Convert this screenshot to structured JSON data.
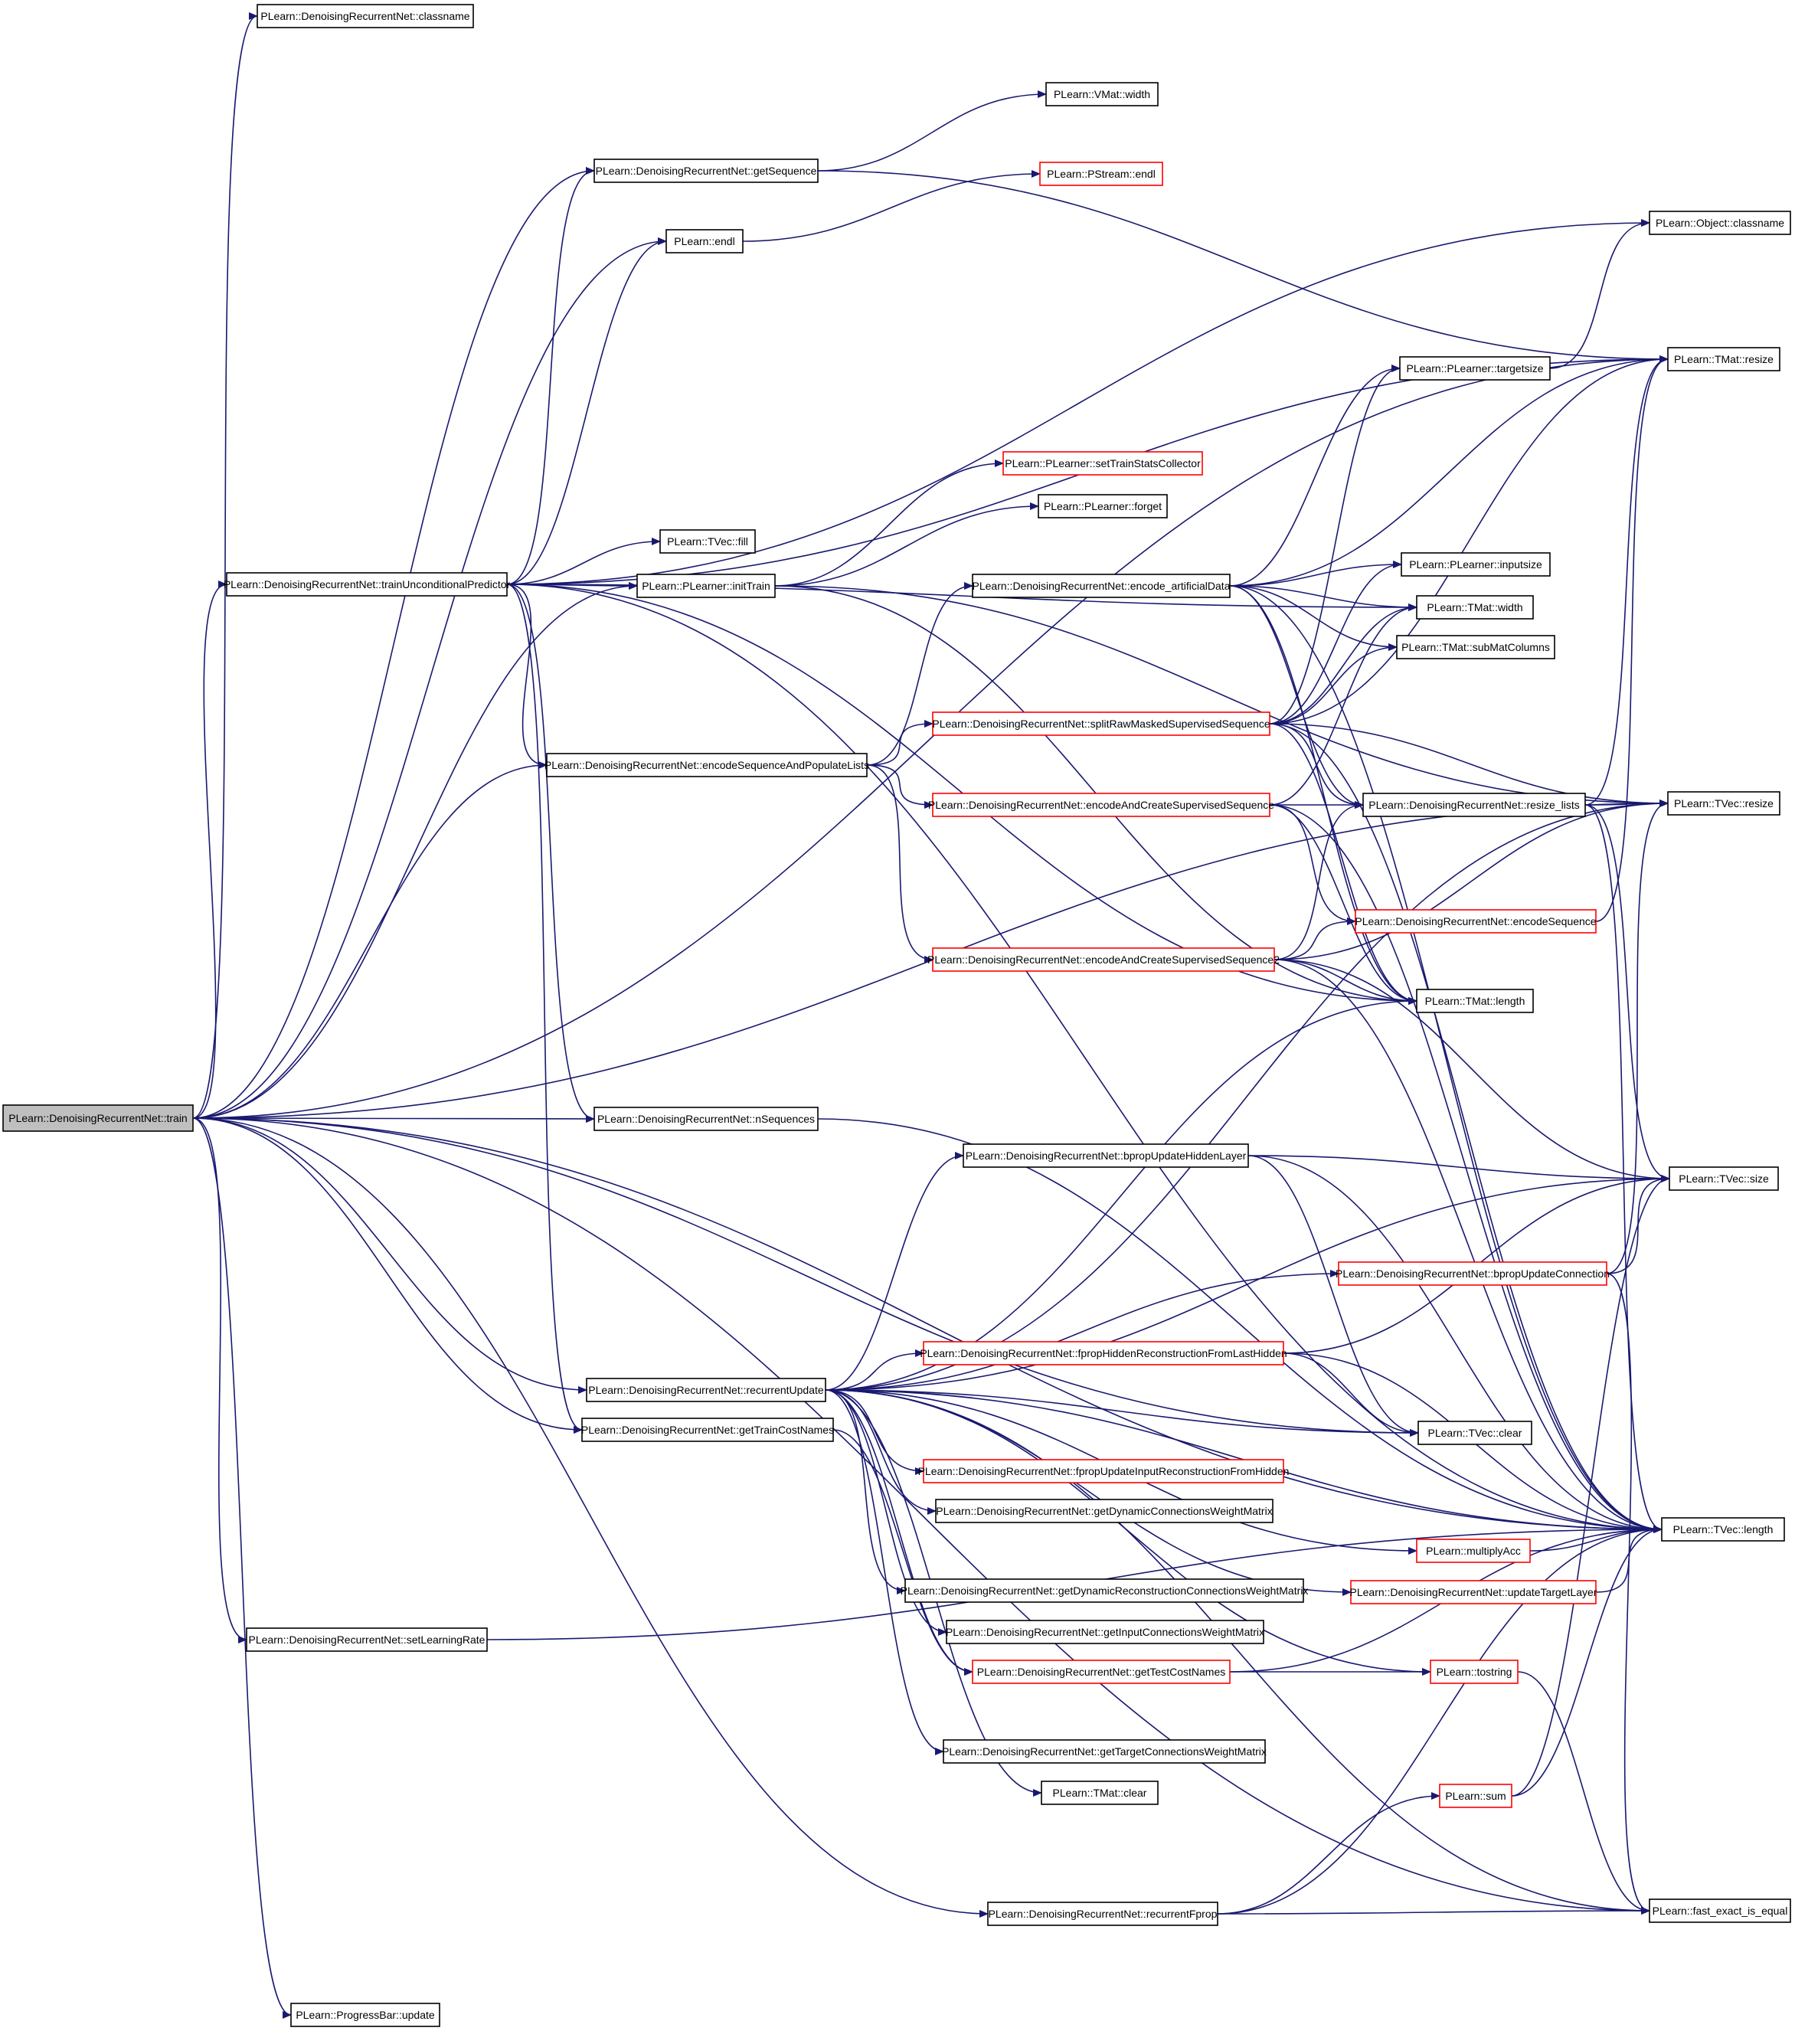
{
  "colors": {
    "edge": "#191970",
    "node_border": "#000000",
    "node_border_red": "#ff0000",
    "root_fill": "#bfbfbf"
  },
  "nodes": [
    {
      "id": "train",
      "label": "PLearn::DenoisingRecurrentNet::train",
      "style": "root"
    },
    {
      "id": "classname",
      "label": "PLearn::DenoisingRecurrentNet::classname",
      "style": "normal"
    },
    {
      "id": "vmat_width",
      "label": "PLearn::VMat::width",
      "style": "normal"
    },
    {
      "id": "getSequence",
      "label": "PLearn::DenoisingRecurrentNet::getSequence",
      "style": "normal"
    },
    {
      "id": "pstream_endl",
      "label": "PLearn::PStream::endl",
      "style": "red"
    },
    {
      "id": "object_classname",
      "label": "PLearn::Object::classname",
      "style": "normal"
    },
    {
      "id": "endl",
      "label": "PLearn::endl",
      "style": "normal"
    },
    {
      "id": "tmat_resize",
      "label": "PLearn::TMat::resize",
      "style": "normal"
    },
    {
      "id": "targetsize",
      "label": "PLearn::PLearner::targetsize",
      "style": "normal"
    },
    {
      "id": "setTrainStatsCollector",
      "label": "PLearn::PLearner::setTrainStatsCollector",
      "style": "red"
    },
    {
      "id": "forget",
      "label": "PLearn::PLearner::forget",
      "style": "normal"
    },
    {
      "id": "tvec_fill",
      "label": "PLearn::TVec::fill",
      "style": "normal"
    },
    {
      "id": "inputsize",
      "label": "PLearn::PLearner::inputsize",
      "style": "normal"
    },
    {
      "id": "trainUnconditionalPredictor",
      "label": "PLearn::DenoisingRecurrentNet::trainUnconditionalPredictor",
      "style": "normal"
    },
    {
      "id": "initTrain",
      "label": "PLearn::PLearner::initTrain",
      "style": "normal"
    },
    {
      "id": "encode_artificialData",
      "label": "PLearn::DenoisingRecurrentNet::encode_artificialData",
      "style": "normal"
    },
    {
      "id": "tmat_width",
      "label": "PLearn::TMat::width",
      "style": "normal"
    },
    {
      "id": "subMatColumns",
      "label": "PLearn::TMat::subMatColumns",
      "style": "normal"
    },
    {
      "id": "splitRaw",
      "label": "PLearn::DenoisingRecurrentNet::splitRawMaskedSupervisedSequence",
      "style": "red"
    },
    {
      "id": "encodeSequenceAndPopulateLists",
      "label": "PLearn::DenoisingRecurrentNet::encodeSequenceAndPopulateLists",
      "style": "normal"
    },
    {
      "id": "encodeAndCreate",
      "label": "PLearn::DenoisingRecurrentNet::encodeAndCreateSupervisedSequence",
      "style": "red"
    },
    {
      "id": "resize_lists",
      "label": "PLearn::DenoisingRecurrentNet::resize_lists",
      "style": "normal"
    },
    {
      "id": "tvec_resize",
      "label": "PLearn::TVec::resize",
      "style": "normal"
    },
    {
      "id": "encodeSequence",
      "label": "PLearn::DenoisingRecurrentNet::encodeSequence",
      "style": "red"
    },
    {
      "id": "encodeAndCreate2",
      "label": "PLearn::DenoisingRecurrentNet::encodeAndCreateSupervisedSequence2",
      "style": "red"
    },
    {
      "id": "tmat_length",
      "label": "PLearn::TMat::length",
      "style": "normal"
    },
    {
      "id": "nSequences",
      "label": "PLearn::DenoisingRecurrentNet::nSequences",
      "style": "normal"
    },
    {
      "id": "bpropUpdateHiddenLayer",
      "label": "PLearn::DenoisingRecurrentNet::bpropUpdateHiddenLayer",
      "style": "normal"
    },
    {
      "id": "tvec_size",
      "label": "PLearn::TVec::size",
      "style": "normal"
    },
    {
      "id": "bpropUpdateConnection",
      "label": "PLearn::DenoisingRecurrentNet::bpropUpdateConnection",
      "style": "red"
    },
    {
      "id": "fpropHiddenRecon",
      "label": "PLearn::DenoisingRecurrentNet::fpropHiddenReconstructionFromLastHidden",
      "style": "red"
    },
    {
      "id": "recurrentUpdate",
      "label": "PLearn::DenoisingRecurrentNet::recurrentUpdate",
      "style": "normal"
    },
    {
      "id": "getTrainCostNames",
      "label": "PLearn::DenoisingRecurrentNet::getTrainCostNames",
      "style": "normal"
    },
    {
      "id": "tvec_clear",
      "label": "PLearn::TVec::clear",
      "style": "normal"
    },
    {
      "id": "fpropUpdateInputRecon",
      "label": "PLearn::DenoisingRecurrentNet::fpropUpdateInputReconstructionFromHidden",
      "style": "red"
    },
    {
      "id": "getDynamicWeights",
      "label": "PLearn::DenoisingRecurrentNet::getDynamicConnectionsWeightMatrix",
      "style": "normal"
    },
    {
      "id": "tvec_length",
      "label": "PLearn::TVec::length",
      "style": "normal"
    },
    {
      "id": "multiplyAcc",
      "label": "PLearn::multiplyAcc",
      "style": "red"
    },
    {
      "id": "getDynamicReconWeights",
      "label": "PLearn::DenoisingRecurrentNet::getDynamicReconstructionConnectionsWeightMatrix",
      "style": "normal"
    },
    {
      "id": "updateTargetLayer",
      "label": "PLearn::DenoisingRecurrentNet::updateTargetLayer",
      "style": "red"
    },
    {
      "id": "setLearningRate",
      "label": "PLearn::DenoisingRecurrentNet::setLearningRate",
      "style": "normal"
    },
    {
      "id": "getInputWeights",
      "label": "PLearn::DenoisingRecurrentNet::getInputConnectionsWeightMatrix",
      "style": "normal"
    },
    {
      "id": "getTestCostNames",
      "label": "PLearn::DenoisingRecurrentNet::getTestCostNames",
      "style": "red"
    },
    {
      "id": "tostring",
      "label": "PLearn::tostring",
      "style": "red"
    },
    {
      "id": "getTargetWeights",
      "label": "PLearn::DenoisingRecurrentNet::getTargetConnectionsWeightMatrix",
      "style": "normal"
    },
    {
      "id": "tmat_clear",
      "label": "PLearn::TMat::clear",
      "style": "normal"
    },
    {
      "id": "sum",
      "label": "PLearn::sum",
      "style": "red"
    },
    {
      "id": "recurrentFprop",
      "label": "PLearn::DenoisingRecurrentNet::recurrentFprop",
      "style": "normal"
    },
    {
      "id": "fast_exact_is_equal",
      "label": "PLearn::fast_exact_is_equal",
      "style": "normal"
    },
    {
      "id": "progressbar_update",
      "label": "PLearn::ProgressBar::update",
      "style": "normal"
    }
  ],
  "edges": [
    [
      "train",
      "classname"
    ],
    [
      "train",
      "getSequence"
    ],
    [
      "train",
      "endl"
    ],
    [
      "train",
      "tmat_resize"
    ],
    [
      "train",
      "trainUnconditionalPredictor"
    ],
    [
      "train",
      "initTrain"
    ],
    [
      "train",
      "encodeSequenceAndPopulateLists"
    ],
    [
      "train",
      "nSequences"
    ],
    [
      "train",
      "recurrentUpdate"
    ],
    [
      "train",
      "getTrainCostNames"
    ],
    [
      "train",
      "setLearningRate"
    ],
    [
      "train",
      "recurrentFprop"
    ],
    [
      "train",
      "fast_exact_is_equal"
    ],
    [
      "train",
      "progressbar_update"
    ],
    [
      "train",
      "tvec_clear"
    ],
    [
      "train",
      "tvec_length"
    ],
    [
      "train",
      "tvec_resize"
    ],
    [
      "getSequence",
      "vmat_width"
    ],
    [
      "getSequence",
      "tmat_resize"
    ],
    [
      "endl",
      "pstream_endl"
    ],
    [
      "trainUnconditionalPredictor",
      "getSequence"
    ],
    [
      "trainUnconditionalPredictor",
      "endl"
    ],
    [
      "trainUnconditionalPredictor",
      "tvec_fill"
    ],
    [
      "trainUnconditionalPredictor",
      "initTrain"
    ],
    [
      "trainUnconditionalPredictor",
      "encodeSequenceAndPopulateLists"
    ],
    [
      "trainUnconditionalPredictor",
      "nSequences"
    ],
    [
      "trainUnconditionalPredictor",
      "getTrainCostNames"
    ],
    [
      "trainUnconditionalPredictor",
      "tmat_resize"
    ],
    [
      "trainUnconditionalPredictor",
      "tmat_width"
    ],
    [
      "trainUnconditionalPredictor",
      "tmat_length"
    ],
    [
      "trainUnconditionalPredictor",
      "tvec_length"
    ],
    [
      "trainUnconditionalPredictor",
      "object_classname"
    ],
    [
      "initTrain",
      "setTrainStatsCollector"
    ],
    [
      "initTrain",
      "forget"
    ],
    [
      "initTrain",
      "tvec_resize"
    ],
    [
      "initTrain",
      "tmat_length"
    ],
    [
      "encode_artificialData",
      "targetsize"
    ],
    [
      "encode_artificialData",
      "inputsize"
    ],
    [
      "encode_artificialData",
      "tmat_width"
    ],
    [
      "encode_artificialData",
      "subMatColumns"
    ],
    [
      "encode_artificialData",
      "tmat_resize"
    ],
    [
      "encode_artificialData",
      "resize_lists"
    ],
    [
      "encode_artificialData",
      "tmat_length"
    ],
    [
      "encode_artificialData",
      "tvec_length"
    ],
    [
      "encodeSequenceAndPopulateLists",
      "encode_artificialData"
    ],
    [
      "encodeSequenceAndPopulateLists",
      "splitRaw"
    ],
    [
      "encodeSequenceAndPopulateLists",
      "encodeAndCreate"
    ],
    [
      "encodeSequenceAndPopulateLists",
      "encodeAndCreate2"
    ],
    [
      "splitRaw",
      "targetsize"
    ],
    [
      "splitRaw",
      "inputsize"
    ],
    [
      "splitRaw",
      "tmat_width"
    ],
    [
      "splitRaw",
      "subMatColumns"
    ],
    [
      "splitRaw",
      "tmat_resize"
    ],
    [
      "splitRaw",
      "resize_lists"
    ],
    [
      "splitRaw",
      "tvec_resize"
    ],
    [
      "splitRaw",
      "tmat_length"
    ],
    [
      "splitRaw",
      "tvec_length"
    ],
    [
      "encodeAndCreate",
      "resize_lists"
    ],
    [
      "encodeAndCreate",
      "encodeSequence"
    ],
    [
      "encodeAndCreate",
      "tmat_length"
    ],
    [
      "encodeAndCreate",
      "tmat_width"
    ],
    [
      "encodeAndCreate",
      "tvec_length"
    ],
    [
      "resize_lists",
      "tvec_resize"
    ],
    [
      "resize_lists",
      "tmat_resize"
    ],
    [
      "resize_lists",
      "tvec_size"
    ],
    [
      "resize_lists",
      "tvec_length"
    ],
    [
      "encodeSequence",
      "tmat_resize"
    ],
    [
      "encodeAndCreate2",
      "resize_lists"
    ],
    [
      "encodeAndCreate2",
      "encodeSequence"
    ],
    [
      "encodeAndCreate2",
      "tmat_length"
    ],
    [
      "encodeAndCreate2",
      "tvec_size"
    ],
    [
      "encodeAndCreate2",
      "tvec_resize"
    ],
    [
      "encodeAndCreate2",
      "tvec_length"
    ],
    [
      "nSequences",
      "tvec_length"
    ],
    [
      "bpropUpdateHiddenLayer",
      "tvec_clear"
    ],
    [
      "bpropUpdateHiddenLayer",
      "tvec_size"
    ],
    [
      "bpropUpdateHiddenLayer",
      "tvec_length"
    ],
    [
      "bpropUpdateConnection",
      "tvec_size"
    ],
    [
      "bpropUpdateConnection",
      "tvec_resize"
    ],
    [
      "bpropUpdateConnection",
      "fast_exact_is_equal"
    ],
    [
      "fpropHiddenRecon",
      "tvec_clear"
    ],
    [
      "fpropHiddenRecon",
      "tvec_length"
    ],
    [
      "fpropHiddenRecon",
      "tvec_size"
    ],
    [
      "recurrentUpdate",
      "tmat_length"
    ],
    [
      "recurrentUpdate",
      "bpropUpdateHiddenLayer"
    ],
    [
      "recurrentUpdate",
      "bpropUpdateConnection"
    ],
    [
      "recurrentUpdate",
      "fpropHiddenRecon"
    ],
    [
      "recurrentUpdate",
      "fpropUpdateInputRecon"
    ],
    [
      "recurrentUpdate",
      "getDynamicWeights"
    ],
    [
      "recurrentUpdate",
      "getDynamicReconWeights"
    ],
    [
      "recurrentUpdate",
      "getInputWeights"
    ],
    [
      "recurrentUpdate",
      "getTestCostNames"
    ],
    [
      "recurrentUpdate",
      "getTargetWeights"
    ],
    [
      "recurrentUpdate",
      "tmat_clear"
    ],
    [
      "recurrentUpdate",
      "multiplyAcc"
    ],
    [
      "recurrentUpdate",
      "updateTargetLayer"
    ],
    [
      "recurrentUpdate",
      "tvec_clear"
    ],
    [
      "recurrentUpdate",
      "tvec_resize"
    ],
    [
      "recurrentUpdate",
      "tvec_length"
    ],
    [
      "recurrentUpdate",
      "tostring"
    ],
    [
      "recurrentUpdate",
      "fast_exact_is_equal"
    ],
    [
      "recurrentUpdate",
      "tvec_size"
    ],
    [
      "getTrainCostNames",
      "getTestCostNames"
    ],
    [
      "multiplyAcc",
      "tvec_length"
    ],
    [
      "updateTargetLayer",
      "tvec_length"
    ],
    [
      "setLearningRate",
      "tvec_length"
    ],
    [
      "getTestCostNames",
      "tostring"
    ],
    [
      "getTestCostNames",
      "tvec_length"
    ],
    [
      "tostring",
      "fast_exact_is_equal"
    ],
    [
      "sum",
      "tvec_length"
    ],
    [
      "sum",
      "tvec_size"
    ],
    [
      "recurrentFprop",
      "sum"
    ],
    [
      "recurrentFprop",
      "fast_exact_is_equal"
    ],
    [
      "recurrentFprop",
      "tvec_length"
    ],
    [
      "targetsize",
      "object_classname"
    ]
  ]
}
